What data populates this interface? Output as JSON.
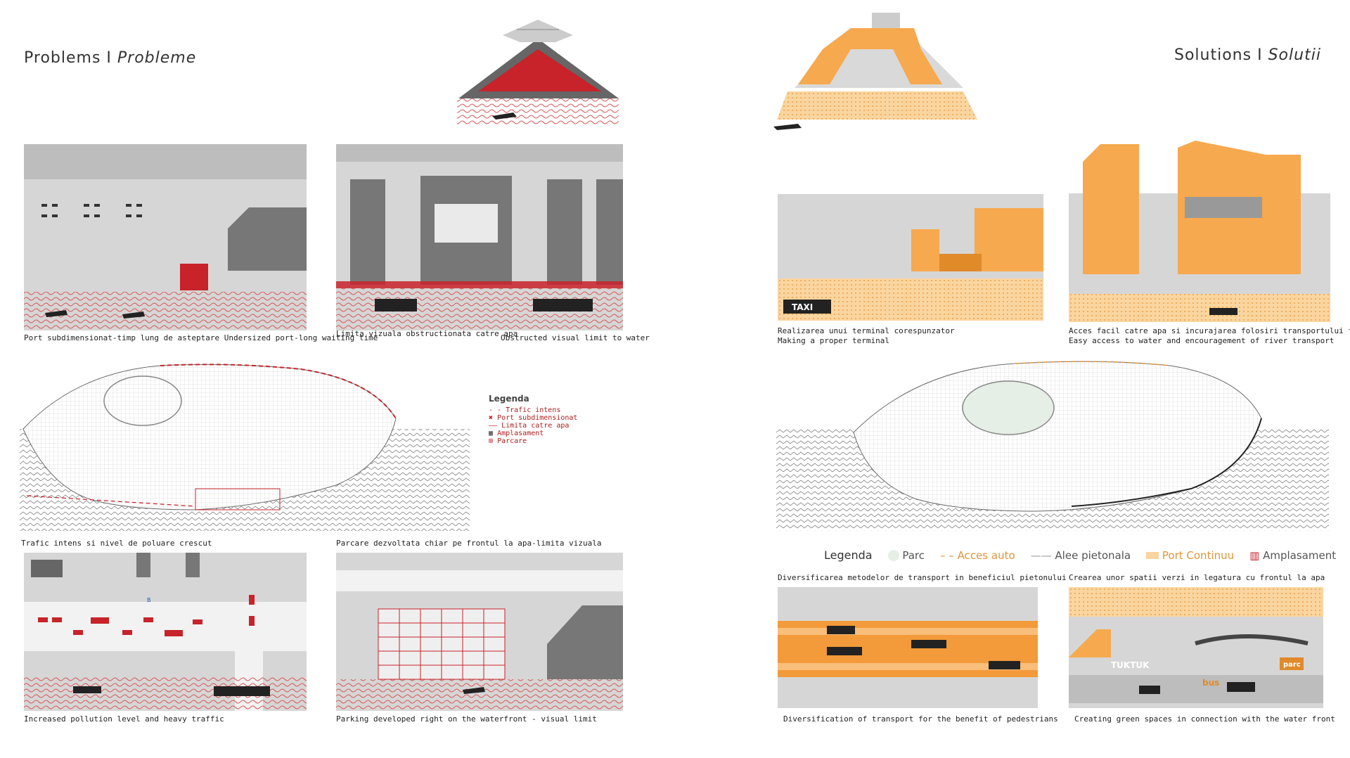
{
  "titles": {
    "problems_en": "Problems",
    "problems_sep": "I",
    "problems_ro": "Probleme",
    "solutions_en": "Solutions",
    "solutions_sep": "I",
    "solutions_ro": "Solutii"
  },
  "captions": {
    "p1": "Port subdimensionat-timp lung de asteptare Undersized port-long waiting time",
    "p2a": "Limita vizuala obstructionata catre apa",
    "p2b": "Obstructed visual limit to water",
    "map_left_a": "Trafic intens si nivel de poluare crescut",
    "map_left_b": "Parcare dezvoltata chiar pe frontul la apa-limita vizuala",
    "p3": "Increased pollution level and heavy traffic",
    "p4": "Parking developed right on the waterfront - visual limit",
    "s1a": "Realizarea unui terminal corespunzator",
    "s1b": "Making a proper terminal",
    "s2a": "Acces facil catre apa si incurajarea folosiri transportului fluvial",
    "s2b": "Easy access to water and encouragement of river transport",
    "s3_top": "Diversificarea metodelor de transport in beneficiul pietonului",
    "s4_top": "Crearea unor spatii verzi in legatura cu frontul la apa",
    "s3": "Diversification of transport for the benefit of pedestrians",
    "s4": "Creating green spaces in connection with the water front"
  },
  "legend_left": {
    "title": "Legenda",
    "items": [
      "Trafic intens",
      "Port subdimensionat",
      "Limita catre apa",
      "Amplasament",
      "Parcare"
    ]
  },
  "legend_right": {
    "title": "Legenda",
    "items": [
      "Parc",
      "Acces auto",
      "Alee pietonala",
      "Port Continuu",
      "Amplasament"
    ]
  },
  "labels": {
    "taxi": "TAXI",
    "tuktuk": "TUKTUK",
    "bus": "bus",
    "parc": "parc",
    "bus_stop": "B"
  },
  "colors": {
    "problem_red": "#c8222a",
    "solution_orange": "#f6a94e",
    "grey": "#8a8a8a",
    "light_grey": "#d9d9d9"
  }
}
